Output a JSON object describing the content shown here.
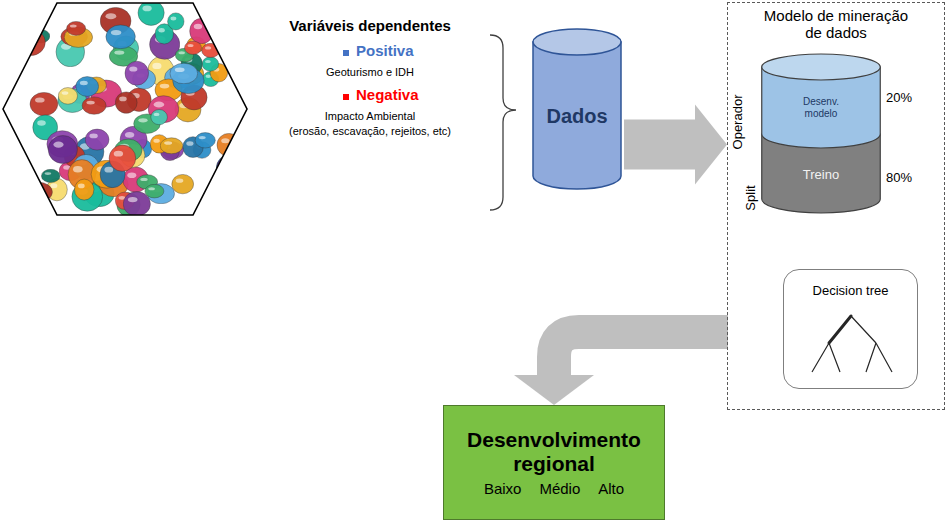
{
  "diagram": {
    "nodes": [
      {
        "text": [
          "Dados"
        ]
      },
      {
        "text": [
          "Modelo de mineração de dados"
        ]
      },
      {
        "text": [
          "Desenv. modelo"
        ],
        "in": 1
      },
      {
        "text": [
          "Treino"
        ],
        "in": 1
      },
      {
        "text": [
          "Decision tree"
        ],
        "in": 1
      },
      {
        "text": [
          "Desenvolvimento regional",
          "Baixo",
          "Médio",
          "Alto"
        ]
      }
    ],
    "edges": [
      {
        "from": 0,
        "to": 1,
        "arrow": "to"
      },
      {
        "from": 1,
        "to": 5,
        "arrow": "to"
      }
    ],
    "labels": [
      "Variáveis dependentes",
      "Positiva",
      "Geoturismo e IDH",
      "Negativa",
      "Impacto Ambiental",
      "(erosão, escavação, rejeitos, etc)",
      "Operador",
      "Split",
      "20%",
      "80%"
    ]
  }
}
